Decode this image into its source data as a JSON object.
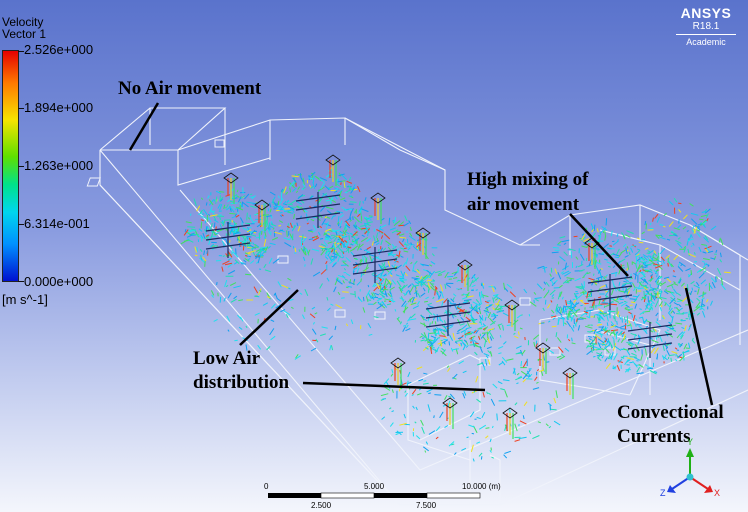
{
  "legend": {
    "title": "Velocity",
    "subtitle": "Vector 1",
    "ticks": [
      "2.526e+000",
      "1.894e+000",
      "1.263e+000",
      "6.314e-001",
      "0.000e+000"
    ],
    "unit": "[m s^-1]"
  },
  "brand": {
    "name": "ANSYS",
    "version": "R18.1",
    "edition": "Academic"
  },
  "annotations": {
    "no_air": "No Air movement",
    "high_mixing_1": "High mixing of",
    "high_mixing_2": "air movement",
    "low_air_1": "Low Air",
    "low_air_2": "distribution",
    "convectional_1": "Convectional",
    "convectional_2": "Currents"
  },
  "scale": {
    "top_labels": [
      "0",
      "5.000",
      "10.000 (m)"
    ],
    "bottom_labels": [
      "2.500",
      "7.500"
    ]
  },
  "triad": {
    "y": "Y",
    "z": "Z",
    "x": "X"
  },
  "colors": {
    "background_top": "#5a73cc",
    "background_bottom": "#f4f6fc",
    "geometry_edge": "#f0f2fa",
    "vector_cyan": "#1ee0ee",
    "annotation_text": "#000000"
  }
}
